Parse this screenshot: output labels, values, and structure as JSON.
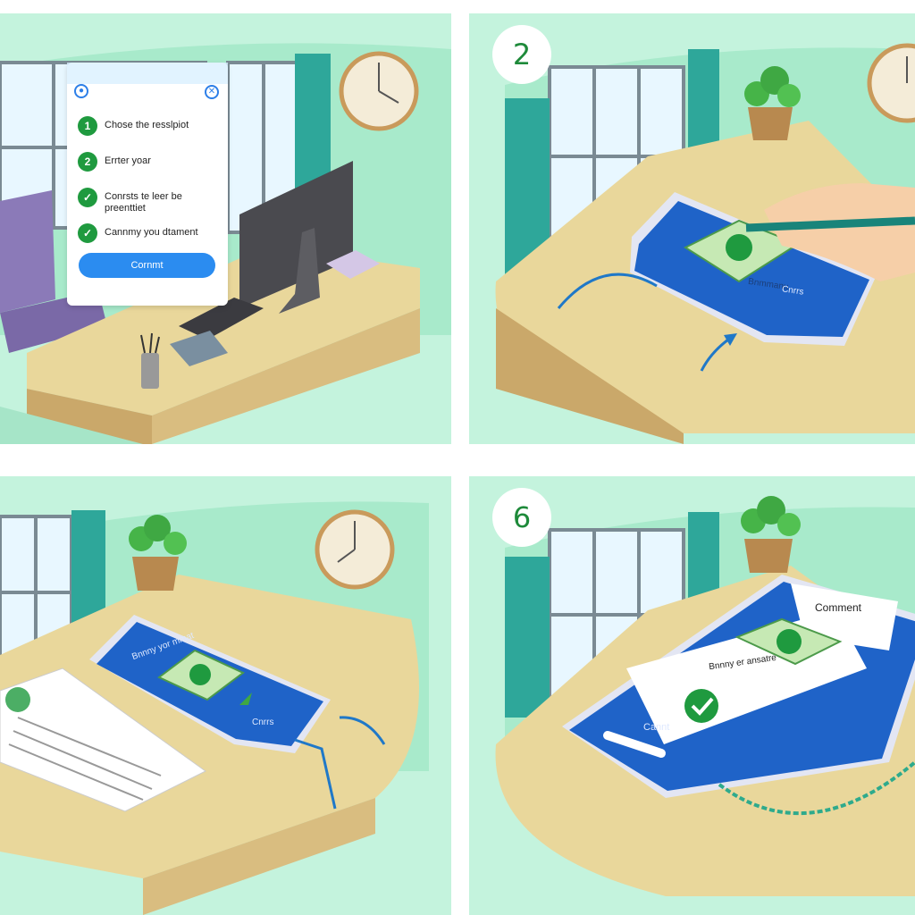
{
  "panels": [
    {
      "dialog": {
        "items": [
          {
            "marker": "1",
            "text": "Chose the resslpiot"
          },
          {
            "marker": "2",
            "text": "Errter yoar"
          },
          {
            "marker": "✓",
            "text": "Conrsts te leer be preenttiet"
          },
          {
            "marker": "✓",
            "text": "Cannmy you dtament"
          }
        ],
        "button": "Cornmt"
      }
    },
    {
      "step": "2",
      "phone": {
        "label": "Bnmmanu",
        "button": "Cnrrs"
      }
    },
    {
      "phone": {
        "label": "Bnnny yor mmat",
        "button": "Cnrrs"
      }
    },
    {
      "step": "6",
      "phone": {
        "title": "Comment",
        "label": "Bnnny er ansatre",
        "button": "Cannt"
      }
    }
  ],
  "colors": {
    "background": "#bff2db",
    "desk": "#e9d79b",
    "phone": "#1f63c8",
    "accent_green": "#1f9a3f",
    "button_blue": "#2b8cf0"
  },
  "icons": [
    "clock-icon",
    "plant-icon",
    "money-icon",
    "check-icon",
    "hand-pen-icon",
    "arrow-icon"
  ]
}
